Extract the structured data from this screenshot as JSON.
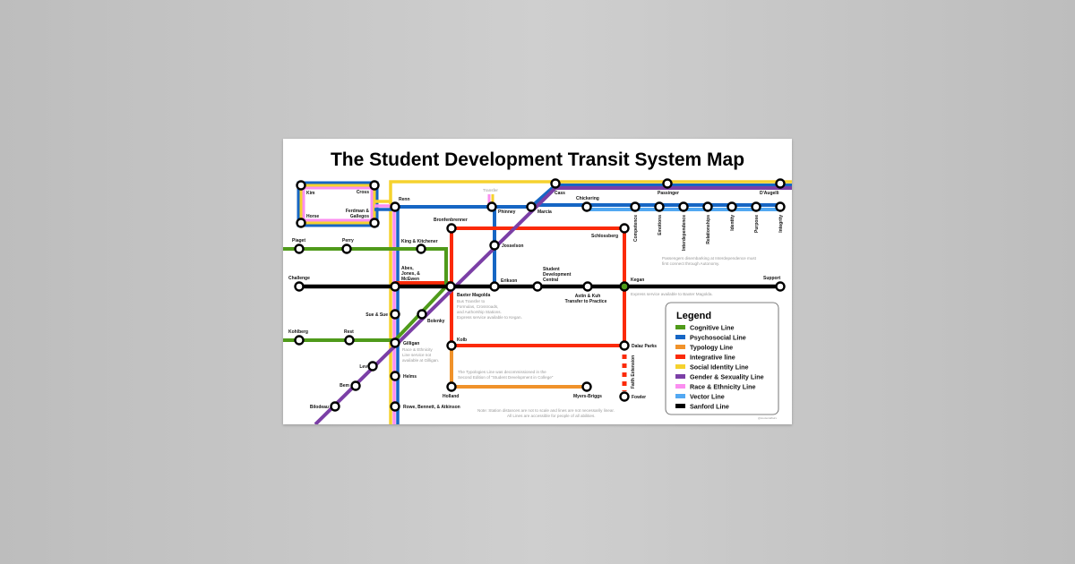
{
  "title": "The Student Development Transit System Map",
  "colors": {
    "cognitive": "#4f9a1a",
    "psychosocial": "#1666c4",
    "typology": "#f0922a",
    "integrative": "#fb2a08",
    "social_identity": "#f5d22e",
    "gender_sexuality": "#7b3fa6",
    "race_ethnicity": "#fb8ef0",
    "vector": "#52a8f2",
    "sanford": "#000000"
  },
  "stations": {
    "kim": "Kim",
    "cross": "Cross",
    "horse": "Horse",
    "ferdman1": "Ferdman &",
    "ferdman2": "Gallegos",
    "renn": "Renn",
    "transfer": "Transfer",
    "phinney": "Phinney",
    "marcia": "Marcia",
    "cass": "Cass",
    "chickering": "Chickering",
    "passinger": "Passinger",
    "daugelli": "D'Augelli",
    "competence": "Competence",
    "emotions": "Emotions",
    "interdependence": "Interdependence",
    "relationships": "Relationships",
    "identity": "Identity",
    "purpose": "Purpose",
    "integrity": "Integrity",
    "bronfenbrenner": "Bronfenbrenner",
    "schlossberg": "Schlossberg",
    "josselson": "Josselson",
    "piaget": "Piaget",
    "perry": "Perry",
    "king": "King & Kitchener",
    "abes1": "Abes,",
    "abes2": "Jones, &",
    "abes3": "McEwen",
    "challenge": "Challenge",
    "baxter": "Baxter Magolda",
    "erikson": "Erikson",
    "sdc1": "Student",
    "sdc2": "Development",
    "sdc3": "Central",
    "astin": "Astin & Kuh",
    "kegan": "Kegan",
    "support": "Support",
    "sue": "Sue & Sue",
    "bolenky": "Bolenky",
    "kohlberg": "Kohlberg",
    "rest": "Rest",
    "gilligan": "Gilligan",
    "lev": "Lev",
    "bem": "Bem",
    "bilodeau": "Bilodeau",
    "helms": "Helms",
    "rowe": "Rowe, Bennett, & Atkinson",
    "kolb": "Kolb",
    "dalaz": "Dalaz Parks",
    "holland": "Holland",
    "myers": "Myers-Briggs",
    "faith": "Faith Extension",
    "fowler": "Fowler"
  },
  "notes": {
    "interdep1": "Passengers disembarking at Interdependence must",
    "interdep2": "first connect through Autonomy.",
    "kegan_express": "Express service available to Baxter Magolda.",
    "astin_transfer": "Transfer to Practice",
    "baxter1": "Bus Transfer to",
    "baxter2": "Formulas, Crossroads,",
    "baxter3": "and Authorship Stations.",
    "baxter4": "Express service available to Kegan.",
    "gilligan1": "Race & Ethnicity",
    "gilligan2": "Line service not",
    "gilligan3": "available at Gilligan.",
    "typology1": "The Typologies Line was decommissioned in the",
    "typology2": "Second Edition of \"Student Development in College\"",
    "disclaimer1": "Note: Station distances are not to scale and lines are not necessarily linear.",
    "disclaimer2": "All Lines are accessible for people of all abilities.",
    "credit": "@studentaffairs"
  },
  "legend": {
    "title": "Legend",
    "items": [
      {
        "label": "Cognitive Line",
        "color": "#4f9a1a"
      },
      {
        "label": "Psychosocial Line",
        "color": "#1666c4"
      },
      {
        "label": "Typology Line",
        "color": "#f0922a"
      },
      {
        "label": "Integrative line",
        "color": "#fb2a08"
      },
      {
        "label": "Social Identity Line",
        "color": "#f5d22e"
      },
      {
        "label": "Gender & Sexuality Line",
        "color": "#7b3fa6"
      },
      {
        "label": "Race & Ethnicity Line",
        "color": "#fb8ef0"
      },
      {
        "label": "Vector Line",
        "color": "#52a8f2"
      },
      {
        "label": "Sanford Line",
        "color": "#000000"
      }
    ]
  }
}
